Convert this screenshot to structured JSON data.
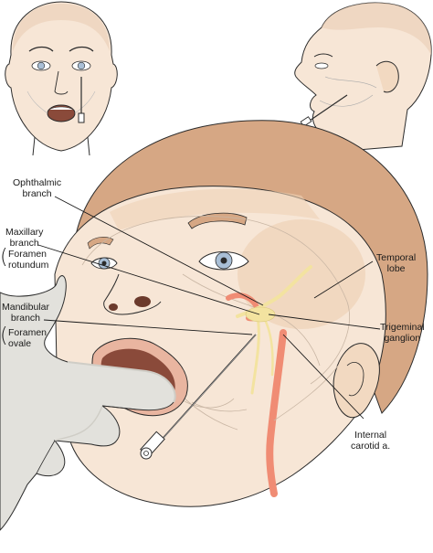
{
  "labels": {
    "ophthalmic": "Ophthalmic\nbranch",
    "maxillary": "Maxillary\nbranch",
    "foramen_rotundum": "Foramen\nrotundum",
    "mandibular": "Mandibular\nbranch",
    "foramen_ovale": "Foramen\novale",
    "temporal_lobe": "Temporal\nlobe",
    "trigeminal_ganglion": "Trigeminal\nganglion",
    "internal_carotid": "Internal\ncarotid a."
  },
  "colors": {
    "skin": "#f7e6d6",
    "skin_shade": "#eed2b6",
    "hair": "#d6a784",
    "outline": "#2b2b2b",
    "iris": "#a9bfd6",
    "glove": "#e2e1dc",
    "glove_shade": "#cfcdc6",
    "artery": "#f08c74",
    "nerve": "#f3e3a0",
    "lip": "#e9b5a0",
    "mouth": "#8a4a3a",
    "leader": "#1a1a1a"
  }
}
